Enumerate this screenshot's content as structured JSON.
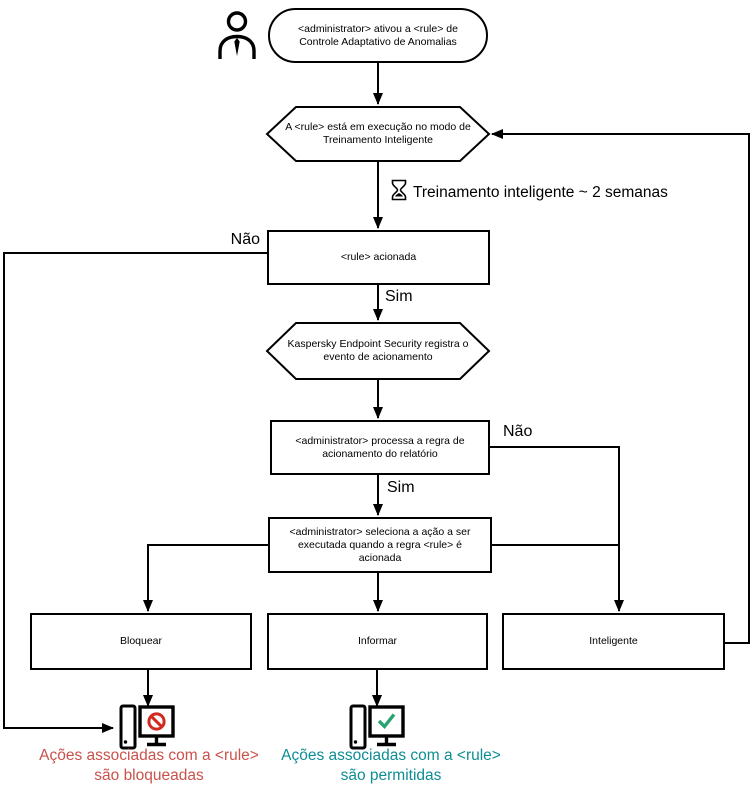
{
  "colors": {
    "line": "#000000",
    "box_fill": "#ffffff",
    "blocked_text": "#c9524b",
    "allowed_text": "#0e8d93",
    "prohibit_red": "#d3281e",
    "check_green": "#27a36f"
  },
  "nodes": {
    "start": {
      "text": "<administrator> ativou a <rule> de Controle Adaptativo de Anomalias"
    },
    "smart_mode": {
      "text": "A <rule> está em execução no modo de Treinamento Inteligente"
    },
    "training_note": {
      "text": "Treinamento inteligente ~ 2 semanas"
    },
    "rule_triggered": {
      "text": "<rule> acionada"
    },
    "register_event": {
      "text": "Kaspersky Endpoint Security registra o evento de acionamento"
    },
    "process_rule": {
      "text": "<administrator> processa a regra de acionamento do relatório"
    },
    "select_action": {
      "text": "<administrator> seleciona a ação a ser executada quando a regra <rule> é acionada"
    },
    "action_block": {
      "text": "Bloquear"
    },
    "action_inform": {
      "text": "Informar"
    },
    "action_smart": {
      "text": "Inteligente"
    },
    "outcome_blocked": {
      "text": "Ações associadas com a <rule> são bloqueadas"
    },
    "outcome_allowed": {
      "text": "Ações associadas com a <rule> são permitidas"
    }
  },
  "labels": {
    "no_1": "Não",
    "yes_1": "Sim",
    "no_2": "Não",
    "yes_2": "Sim"
  },
  "icons": {
    "person": "person-icon",
    "hourglass": "hourglass-icon",
    "computer_blocked": "computer-blocked-icon",
    "computer_allowed": "computer-allowed-icon"
  }
}
